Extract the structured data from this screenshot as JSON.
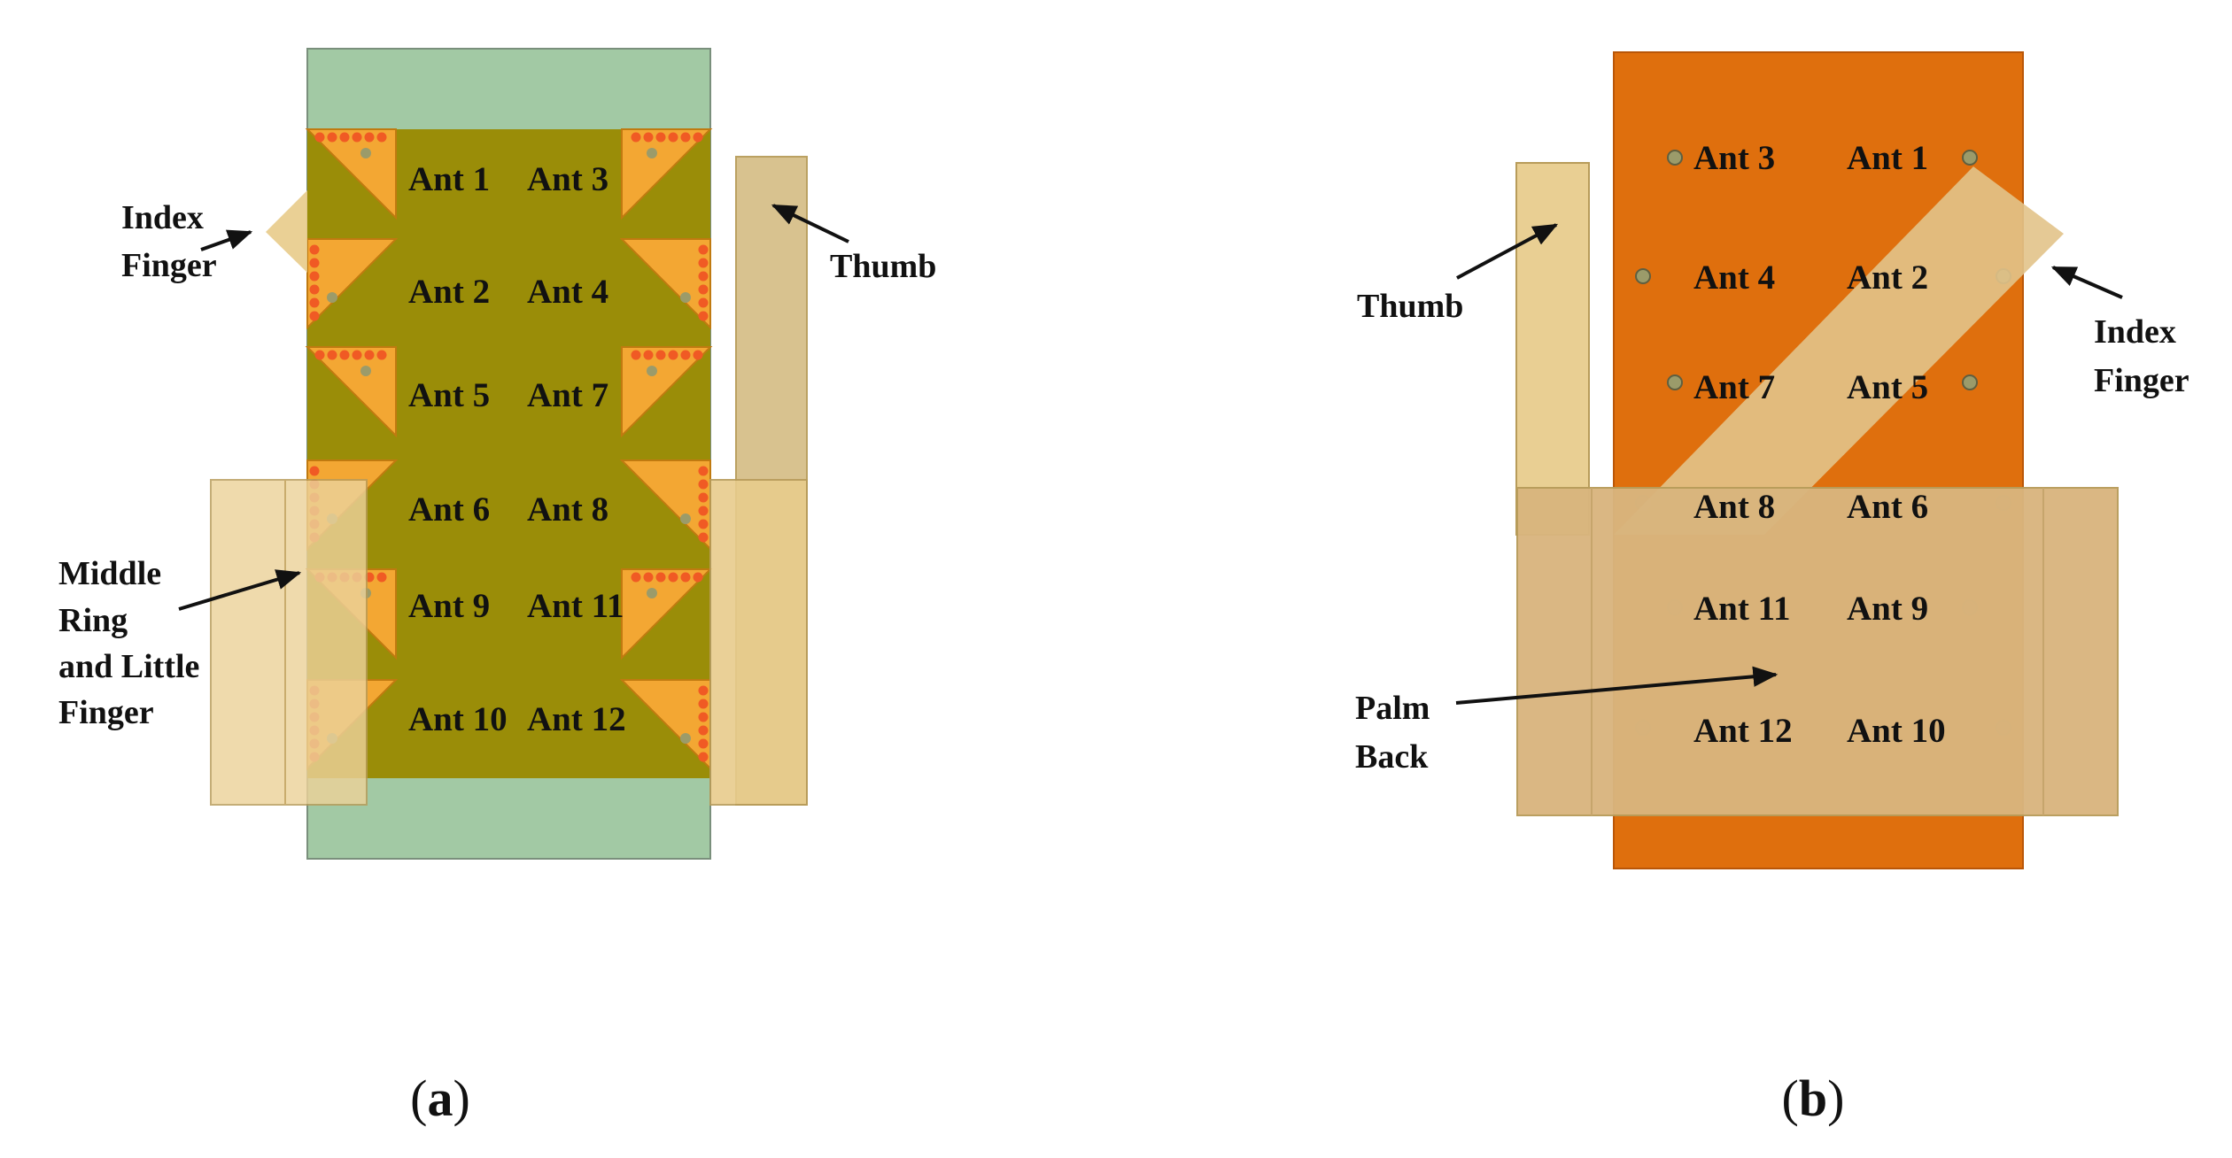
{
  "figure": {
    "colors": {
      "substrate_a": "#a2c9a4",
      "board_a": "#9a8d08",
      "patch": "#f3a733",
      "via": "#f05a24",
      "board_b": "#df6f0d",
      "finger": "#e8cc8c",
      "palm": "#d8b47d",
      "feed_dot": "#9b9b6a"
    },
    "panel_a": {
      "sublabel": {
        "paren_open": "(",
        "letter": "a",
        "paren_close": ")"
      },
      "antennas": [
        "Ant 1",
        "Ant 3",
        "Ant 2",
        "Ant 4",
        "Ant 5",
        "Ant 7",
        "Ant 6",
        "Ant 8",
        "Ant 9",
        "Ant 11",
        "Ant 10",
        "Ant 12"
      ],
      "callouts": {
        "index_finger": [
          "Index",
          "Finger"
        ],
        "thumb": "Thumb",
        "middle_ring_little": [
          "Middle",
          "Ring",
          "and Little",
          "Finger"
        ]
      }
    },
    "panel_b": {
      "sublabel": {
        "paren_open": "(",
        "letter": "b",
        "paren_close": ")"
      },
      "antennas": [
        "Ant 3",
        "Ant 1",
        "Ant 4",
        "Ant 2",
        "Ant 7",
        "Ant 5",
        "Ant 8",
        "Ant 6",
        "Ant 11",
        "Ant 9",
        "Ant 12",
        "Ant 10"
      ],
      "callouts": {
        "thumb": "Thumb",
        "index_finger": [
          "Index",
          "Finger"
        ],
        "palm_back": [
          "Palm",
          "Back"
        ]
      }
    }
  }
}
